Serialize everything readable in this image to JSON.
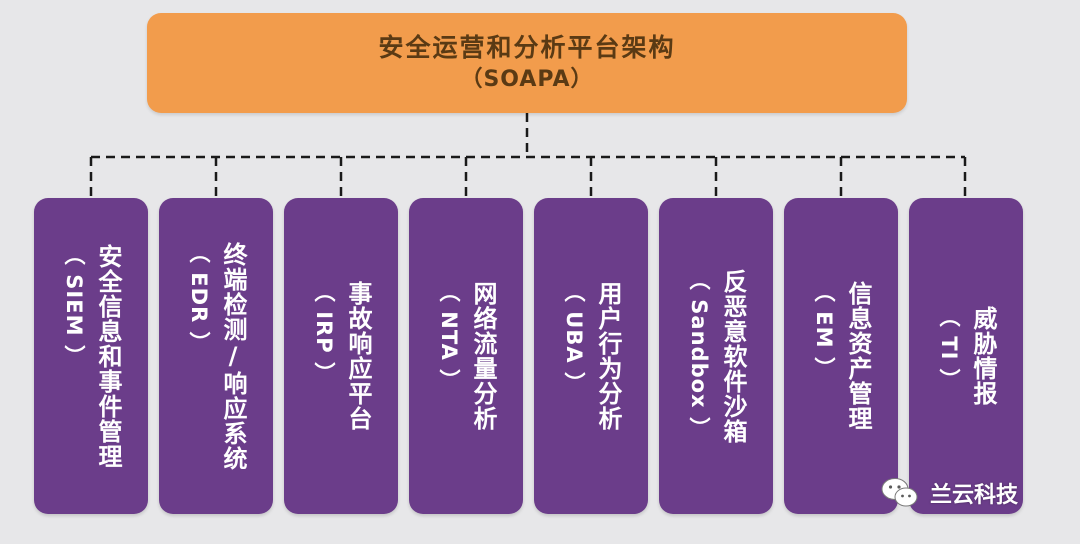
{
  "root": {
    "title": "安全运营和分析平台架构",
    "subtitle": "（SOAPA）",
    "color": "#f29c4c"
  },
  "children": [
    {
      "name": "安全信息和事件管理",
      "abbr": "（ SIEM ）",
      "color": "#6b3d8a"
    },
    {
      "name": "终端检测/响应系统",
      "abbr": "（ EDR ）",
      "color": "#6b3d8a"
    },
    {
      "name": "事故响应平台",
      "abbr": "（ IRP ）",
      "color": "#6b3d8a"
    },
    {
      "name": "网络流量分析",
      "abbr": "（ NTA ）",
      "color": "#6b3d8a"
    },
    {
      "name": "用户行为分析",
      "abbr": "（ UBA ）",
      "color": "#6b3d8a"
    },
    {
      "name": "反恶意软件沙箱",
      "abbr": "（ Sandbox ）",
      "color": "#6b3d8a"
    },
    {
      "name": "信息资产管理",
      "abbr": "（ EM ）",
      "color": "#6b3d8a"
    },
    {
      "name": "威胁情报",
      "abbr": "（ TI ）",
      "color": "#6b3d8a"
    }
  ],
  "watermark": {
    "text": "兰云科技",
    "icon": "wechat-icon"
  }
}
